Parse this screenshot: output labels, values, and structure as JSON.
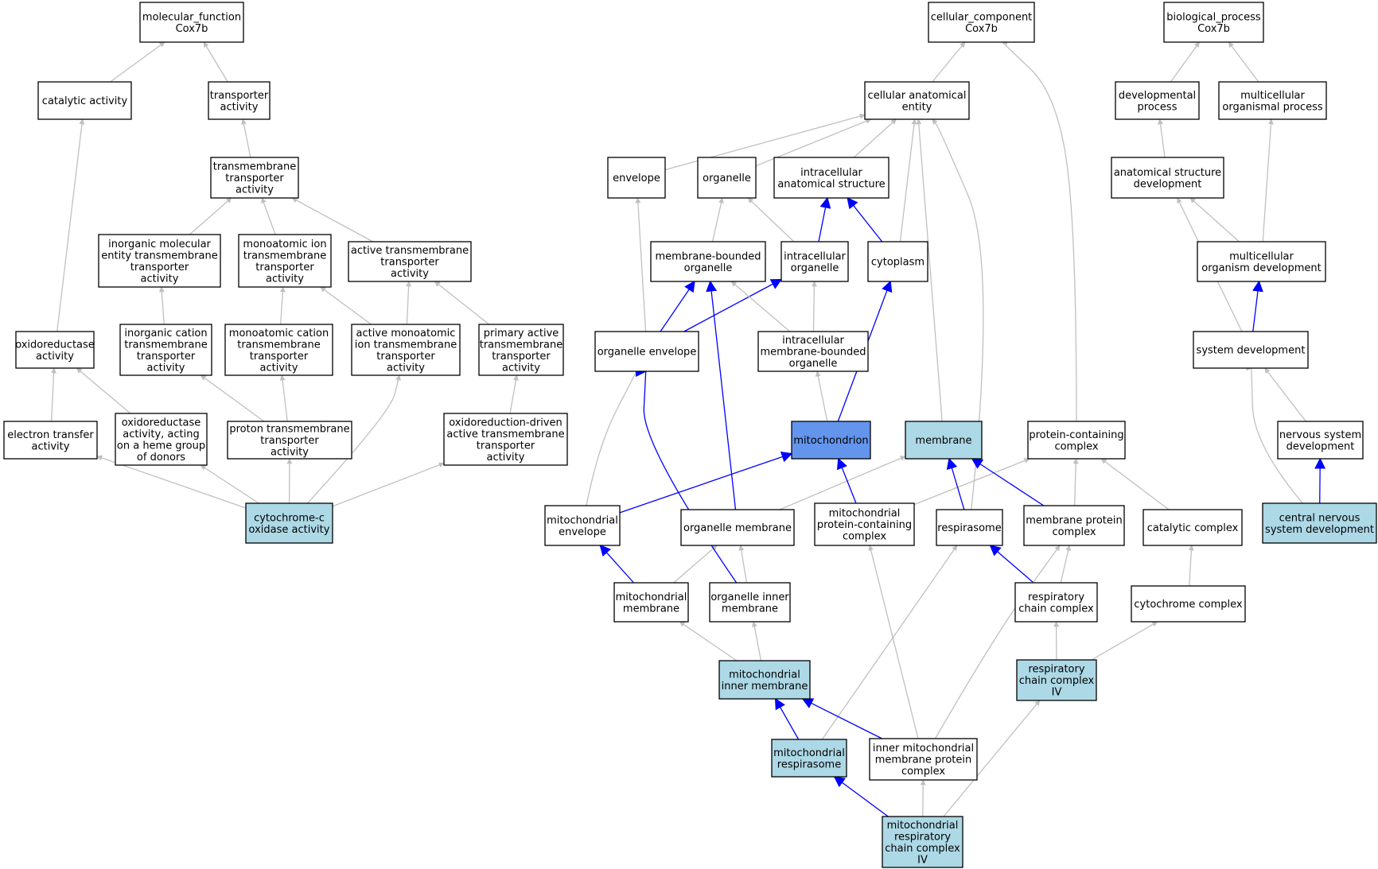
{
  "colors": {
    "node_default": "#ffffff",
    "node_annotated": "#add8e6",
    "node_focus": "#6495ed",
    "edge_default": "#c0c0c0",
    "edge_highlight": "#0000ff"
  },
  "nodes": [
    {
      "id": "mf",
      "lines": [
        "molecular_function",
        "Cox7b"
      ],
      "style": "default"
    },
    {
      "id": "catalytic",
      "lines": [
        "catalytic activity"
      ],
      "style": "default"
    },
    {
      "id": "transporter",
      "lines": [
        "transporter",
        "activity"
      ],
      "style": "default"
    },
    {
      "id": "tmt",
      "lines": [
        "transmembrane",
        "transporter",
        "activity"
      ],
      "style": "default"
    },
    {
      "id": "inorgmol",
      "lines": [
        "inorganic molecular",
        "entity transmembrane",
        "transporter",
        "activity"
      ],
      "style": "default"
    },
    {
      "id": "monoion",
      "lines": [
        "monoatomic ion",
        "transmembrane",
        "transporter",
        "activity"
      ],
      "style": "default"
    },
    {
      "id": "activetmt",
      "lines": [
        "active transmembrane",
        "transporter",
        "activity"
      ],
      "style": "default"
    },
    {
      "id": "oxidoreductase",
      "lines": [
        "oxidoreductase",
        "activity"
      ],
      "style": "default"
    },
    {
      "id": "inorgcat",
      "lines": [
        "inorganic cation",
        "transmembrane",
        "transporter",
        "activity"
      ],
      "style": "default"
    },
    {
      "id": "monocat",
      "lines": [
        "monoatomic cation",
        "transmembrane",
        "transporter",
        "activity"
      ],
      "style": "default"
    },
    {
      "id": "activemono",
      "lines": [
        "active monoatomic",
        "ion transmembrane",
        "transporter",
        "activity"
      ],
      "style": "default"
    },
    {
      "id": "primaryactive",
      "lines": [
        "primary active",
        "transmembrane",
        "transporter",
        "activity"
      ],
      "style": "default"
    },
    {
      "id": "electron",
      "lines": [
        "electron transfer",
        "activity"
      ],
      "style": "default"
    },
    {
      "id": "oxiheme",
      "lines": [
        "oxidoreductase",
        "activity, acting",
        "on a heme group",
        "of donors"
      ],
      "style": "default"
    },
    {
      "id": "proton",
      "lines": [
        "proton transmembrane",
        "transporter",
        "activity"
      ],
      "style": "default"
    },
    {
      "id": "oxidriven",
      "lines": [
        "oxidoreduction-driven",
        "active transmembrane",
        "transporter",
        "activity"
      ],
      "style": "default"
    },
    {
      "id": "cytoc",
      "lines": [
        "cytochrome-c",
        "oxidase activity"
      ],
      "style": "annotated"
    },
    {
      "id": "cc",
      "lines": [
        "cellular_component",
        "Cox7b"
      ],
      "style": "default"
    },
    {
      "id": "cae",
      "lines": [
        "cellular anatomical",
        "entity"
      ],
      "style": "default"
    },
    {
      "id": "envelope",
      "lines": [
        "envelope"
      ],
      "style": "default"
    },
    {
      "id": "organelle",
      "lines": [
        "organelle"
      ],
      "style": "default"
    },
    {
      "id": "ias",
      "lines": [
        "intracellular",
        "anatomical structure"
      ],
      "style": "default"
    },
    {
      "id": "mbo",
      "lines": [
        "membrane-bounded",
        "organelle"
      ],
      "style": "default"
    },
    {
      "id": "io",
      "lines": [
        "intracellular",
        "organelle"
      ],
      "style": "default"
    },
    {
      "id": "cytoplasm",
      "lines": [
        "cytoplasm"
      ],
      "style": "default"
    },
    {
      "id": "oenv",
      "lines": [
        "organelle envelope"
      ],
      "style": "default"
    },
    {
      "id": "imbo",
      "lines": [
        "intracellular",
        "membrane-bounded",
        "organelle"
      ],
      "style": "default"
    },
    {
      "id": "mito",
      "lines": [
        "mitochondrion"
      ],
      "style": "focus"
    },
    {
      "id": "membrane",
      "lines": [
        "membrane"
      ],
      "style": "annotated"
    },
    {
      "id": "pcc",
      "lines": [
        "protein-containing",
        "complex"
      ],
      "style": "default"
    },
    {
      "id": "menv",
      "lines": [
        "mitochondrial",
        "envelope"
      ],
      "style": "default"
    },
    {
      "id": "omem",
      "lines": [
        "organelle membrane"
      ],
      "style": "default"
    },
    {
      "id": "mpcc",
      "lines": [
        "mitochondrial",
        "protein-containing",
        "complex"
      ],
      "style": "default"
    },
    {
      "id": "respirasome",
      "lines": [
        "respirasome"
      ],
      "style": "default"
    },
    {
      "id": "mpc",
      "lines": [
        "membrane protein",
        "complex"
      ],
      "style": "default"
    },
    {
      "id": "catcomplex",
      "lines": [
        "catalytic complex"
      ],
      "style": "default"
    },
    {
      "id": "mmem",
      "lines": [
        "mitochondrial",
        "membrane"
      ],
      "style": "default"
    },
    {
      "id": "oimem",
      "lines": [
        "organelle inner",
        "membrane"
      ],
      "style": "default"
    },
    {
      "id": "rcc",
      "lines": [
        "respiratory",
        "chain complex"
      ],
      "style": "default"
    },
    {
      "id": "cytcomplex",
      "lines": [
        "cytochrome complex"
      ],
      "style": "default"
    },
    {
      "id": "mim",
      "lines": [
        "mitochondrial",
        "inner membrane"
      ],
      "style": "annotated"
    },
    {
      "id": "rcc4",
      "lines": [
        "respiratory",
        "chain complex",
        "IV"
      ],
      "style": "annotated"
    },
    {
      "id": "mresp",
      "lines": [
        "mitochondrial",
        "respirasome"
      ],
      "style": "annotated"
    },
    {
      "id": "imm_pc",
      "lines": [
        "inner mitochondrial",
        "membrane protein",
        "complex"
      ],
      "style": "default"
    },
    {
      "id": "mrcc4",
      "lines": [
        "mitochondrial",
        "respiratory",
        "chain complex",
        "IV"
      ],
      "style": "annotated"
    },
    {
      "id": "bp",
      "lines": [
        "biological_process",
        "Cox7b"
      ],
      "style": "default"
    },
    {
      "id": "devproc",
      "lines": [
        "developmental",
        "process"
      ],
      "style": "default"
    },
    {
      "id": "multiproc",
      "lines": [
        "multicellular",
        "organismal process"
      ],
      "style": "default"
    },
    {
      "id": "asd",
      "lines": [
        "anatomical structure",
        "development"
      ],
      "style": "default"
    },
    {
      "id": "mod",
      "lines": [
        "multicellular",
        "organism development"
      ],
      "style": "default"
    },
    {
      "id": "sysdev",
      "lines": [
        "system development"
      ],
      "style": "default"
    },
    {
      "id": "nsd",
      "lines": [
        "nervous system",
        "development"
      ],
      "style": "default"
    },
    {
      "id": "cnsd",
      "lines": [
        "central nervous",
        "system development"
      ],
      "style": "annotated"
    }
  ],
  "edges": [
    {
      "from": "catalytic",
      "to": "mf",
      "hl": false
    },
    {
      "from": "transporter",
      "to": "mf",
      "hl": false
    },
    {
      "from": "tmt",
      "to": "transporter",
      "hl": false
    },
    {
      "from": "inorgmol",
      "to": "tmt",
      "hl": false
    },
    {
      "from": "monoion",
      "to": "tmt",
      "hl": false
    },
    {
      "from": "activetmt",
      "to": "tmt",
      "hl": false
    },
    {
      "from": "oxidoreductase",
      "to": "catalytic",
      "hl": false
    },
    {
      "from": "inorgcat",
      "to": "inorgmol",
      "hl": false
    },
    {
      "from": "monocat",
      "to": "monoion",
      "hl": false
    },
    {
      "from": "activemono",
      "to": "monoion",
      "hl": false
    },
    {
      "from": "activemono",
      "to": "activetmt",
      "hl": false
    },
    {
      "from": "primaryactive",
      "to": "activetmt",
      "hl": false
    },
    {
      "from": "electron",
      "to": "oxidoreductase",
      "hl": false
    },
    {
      "from": "oxiheme",
      "to": "oxidoreductase",
      "hl": false
    },
    {
      "from": "proton",
      "to": "inorgcat",
      "hl": false
    },
    {
      "from": "proton",
      "to": "monocat",
      "hl": false
    },
    {
      "from": "oxidriven",
      "to": "primaryactive",
      "hl": false
    },
    {
      "from": "cytoc",
      "to": "electron",
      "hl": false
    },
    {
      "from": "cytoc",
      "to": "oxiheme",
      "hl": false
    },
    {
      "from": "cytoc",
      "to": "proton",
      "hl": false
    },
    {
      "from": "cytoc",
      "to": "activemono",
      "hl": false
    },
    {
      "from": "cytoc",
      "to": "oxidriven",
      "hl": false
    },
    {
      "from": "cae",
      "to": "cc",
      "hl": false
    },
    {
      "from": "pcc",
      "to": "cc",
      "hl": false
    },
    {
      "from": "envelope",
      "to": "cae",
      "hl": false
    },
    {
      "from": "organelle",
      "to": "cae",
      "hl": false
    },
    {
      "from": "ias",
      "to": "cae",
      "hl": false
    },
    {
      "from": "cytoplasm",
      "to": "cae",
      "hl": false
    },
    {
      "from": "membrane",
      "to": "cae",
      "hl": false
    },
    {
      "from": "respirasome",
      "to": "cae",
      "hl": false
    },
    {
      "from": "mbo",
      "to": "organelle",
      "hl": false
    },
    {
      "from": "io",
      "to": "organelle",
      "hl": false
    },
    {
      "from": "io",
      "to": "ias",
      "hl": true
    },
    {
      "from": "cytoplasm",
      "to": "ias",
      "hl": true
    },
    {
      "from": "oenv",
      "to": "envelope",
      "hl": false
    },
    {
      "from": "oenv",
      "to": "mbo",
      "hl": true
    },
    {
      "from": "oenv",
      "to": "io",
      "hl": true
    },
    {
      "from": "imbo",
      "to": "mbo",
      "hl": false
    },
    {
      "from": "imbo",
      "to": "io",
      "hl": false
    },
    {
      "from": "mito",
      "to": "imbo",
      "hl": false
    },
    {
      "from": "mito",
      "to": "cytoplasm",
      "hl": true
    },
    {
      "from": "menv",
      "to": "oenv",
      "hl": false
    },
    {
      "from": "menv",
      "to": "mito",
      "hl": true
    },
    {
      "from": "omem",
      "to": "mbo",
      "hl": true
    },
    {
      "from": "omem",
      "to": "membrane",
      "hl": false
    },
    {
      "from": "mpcc",
      "to": "mito",
      "hl": true
    },
    {
      "from": "mpcc",
      "to": "pcc",
      "hl": false
    },
    {
      "from": "respirasome",
      "to": "membrane",
      "hl": true
    },
    {
      "from": "mpc",
      "to": "membrane",
      "hl": true
    },
    {
      "from": "mpc",
      "to": "pcc",
      "hl": false
    },
    {
      "from": "catcomplex",
      "to": "pcc",
      "hl": false
    },
    {
      "from": "mmem",
      "to": "menv",
      "hl": true
    },
    {
      "from": "mmem",
      "to": "omem",
      "hl": false
    },
    {
      "from": "oimem",
      "to": "oenv",
      "hl": true
    },
    {
      "from": "oimem",
      "to": "omem",
      "hl": false
    },
    {
      "from": "rcc",
      "to": "respirasome",
      "hl": true
    },
    {
      "from": "rcc",
      "to": "mpc",
      "hl": false
    },
    {
      "from": "cytcomplex",
      "to": "catcomplex",
      "hl": false
    },
    {
      "from": "mim",
      "to": "mmem",
      "hl": false
    },
    {
      "from": "mim",
      "to": "oimem",
      "hl": false
    },
    {
      "from": "rcc4",
      "to": "rcc",
      "hl": false
    },
    {
      "from": "rcc4",
      "to": "cytcomplex",
      "hl": false
    },
    {
      "from": "mresp",
      "to": "mim",
      "hl": true
    },
    {
      "from": "mresp",
      "to": "respirasome",
      "hl": false
    },
    {
      "from": "imm_pc",
      "to": "mim",
      "hl": true
    },
    {
      "from": "imm_pc",
      "to": "mpcc",
      "hl": false
    },
    {
      "from": "imm_pc",
      "to": "mpc",
      "hl": false
    },
    {
      "from": "mrcc4",
      "to": "mresp",
      "hl": true
    },
    {
      "from": "mrcc4",
      "to": "imm_pc",
      "hl": false
    },
    {
      "from": "mrcc4",
      "to": "rcc4",
      "hl": false
    },
    {
      "from": "devproc",
      "to": "bp",
      "hl": false
    },
    {
      "from": "multiproc",
      "to": "bp",
      "hl": false
    },
    {
      "from": "asd",
      "to": "devproc",
      "hl": false
    },
    {
      "from": "mod",
      "to": "asd",
      "hl": false
    },
    {
      "from": "mod",
      "to": "multiproc",
      "hl": false
    },
    {
      "from": "sysdev",
      "to": "asd",
      "hl": false
    },
    {
      "from": "sysdev",
      "to": "mod",
      "hl": true
    },
    {
      "from": "nsd",
      "to": "sysdev",
      "hl": false
    },
    {
      "from": "cnsd",
      "to": "sysdev",
      "hl": false
    },
    {
      "from": "cnsd",
      "to": "nsd",
      "hl": true
    }
  ]
}
